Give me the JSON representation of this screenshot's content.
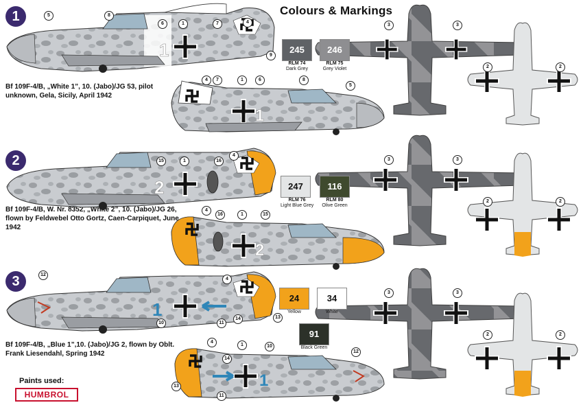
{
  "title": "Colours & Markings",
  "schemes": [
    {
      "number": "1",
      "caption": "Bf 109F-4/B, „White 1”, 10. (Jabo)/JG 53, pilot unknown, Gela, Sicily, April 1942",
      "fuselage_code": "1",
      "code_color": "#ffffff",
      "nose_color": "#b9bcc0"
    },
    {
      "number": "2",
      "caption": "Bf 109F-4/B, W. Nr. 8352, „White 2”, 10. (Jabo)/JG 26, flown by Feldwebel Otto Gortz, Caen-Carpiquet, June 1942",
      "fuselage_code": "2",
      "code_color": "#ffffff",
      "nose_color": "#f2a21b"
    },
    {
      "number": "3",
      "caption": "Bf 109F-4/B, „Blue 1”,10. (Jabo)/JG 2, flown by Oblt. Frank Liesendahl, Spring 1942",
      "fuselage_code": "1",
      "code_color": "#2f86b8",
      "nose_color": "#f2a21b"
    }
  ],
  "swatches": [
    {
      "code": "245",
      "rlm": "RLM 74",
      "name": "Dark Grey",
      "color": "#5f6266",
      "text_color": "#ffffff"
    },
    {
      "code": "246",
      "rlm": "RLM 75",
      "name": "Grey Violet",
      "color": "#8e8e91",
      "text_color": "#ffffff"
    },
    {
      "code": "247",
      "rlm": "RLM 76",
      "name": "Light Blue Grey",
      "color": "#e3e5e6",
      "text_color": "#111111"
    },
    {
      "code": "116",
      "rlm": "RLM 80",
      "name": "Olive Green",
      "color": "#3f4a2e",
      "text_color": "#ffffff"
    },
    {
      "code": "24",
      "rlm": "",
      "name": "Yellow",
      "color": "#f2a21b",
      "text_color": "#111111"
    },
    {
      "code": "34",
      "rlm": "",
      "name": "White",
      "color": "#ffffff",
      "text_color": "#111111"
    },
    {
      "code": "91",
      "rlm": "",
      "name": "Black Green",
      "color": "#2c3129",
      "text_color": "#ffffff"
    }
  ],
  "callouts": {
    "s1_left": [
      "5",
      "8",
      "6",
      "1",
      "7",
      "4",
      "9"
    ],
    "s1_right": [
      "4",
      "7",
      "1",
      "6",
      "8",
      "5"
    ],
    "s2_left": [
      "15",
      "1",
      "16",
      "4"
    ],
    "s2_right": [
      "4",
      "16",
      "1",
      "15"
    ],
    "s3_left": [
      "12",
      "4",
      "10",
      "11",
      "14",
      "13"
    ],
    "s3_right": [
      "4",
      "14",
      "1",
      "10",
      "12",
      "13",
      "11"
    ],
    "top_view": [
      "3",
      "3"
    ],
    "bottom_view": [
      "2",
      "2"
    ]
  },
  "paints_used": "Paints used:",
  "brand": "HUMBROL",
  "colors": {
    "badge": "#3b2a6e",
    "brand_red": "#c8102e",
    "camo_light": "#c9ccd0",
    "camo_dark": "#8a8d92"
  }
}
